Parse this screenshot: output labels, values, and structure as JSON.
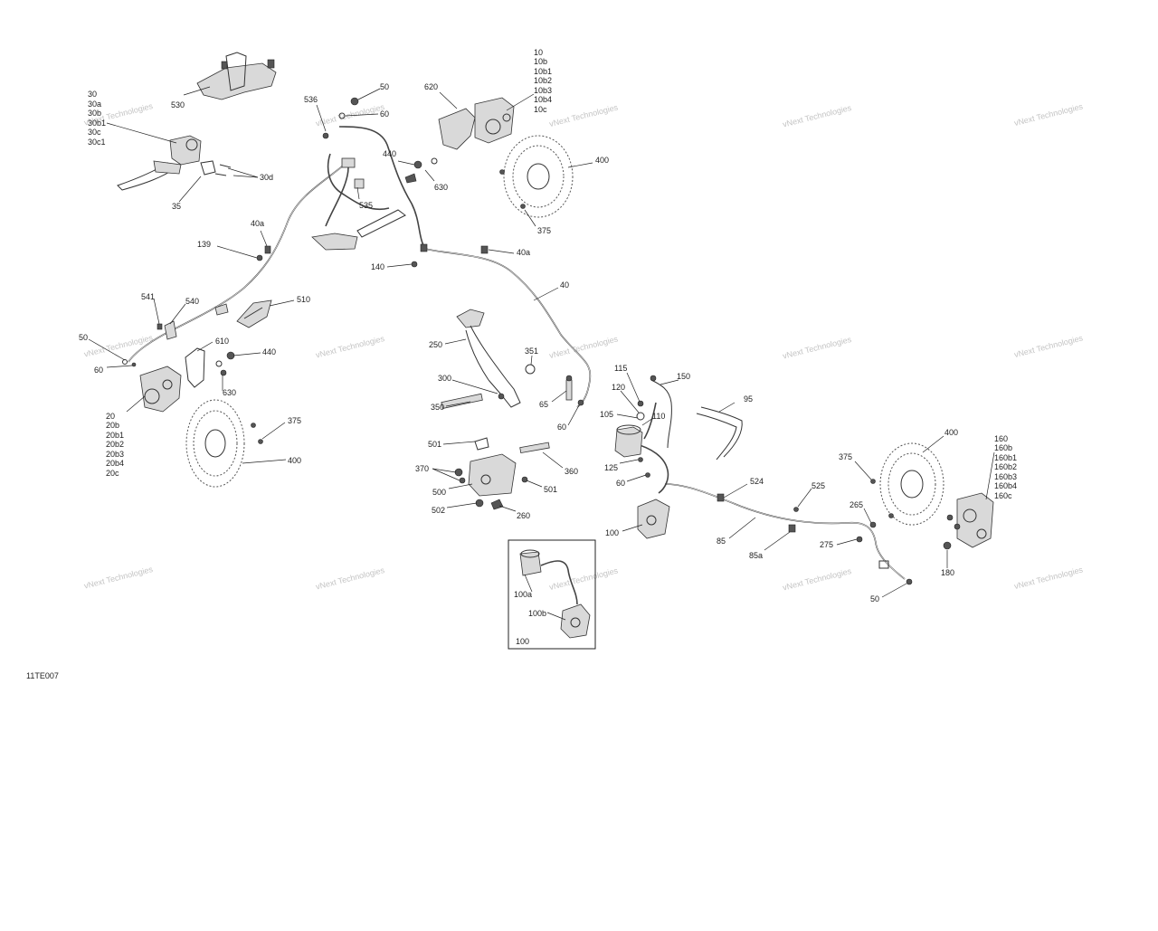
{
  "figure_code": "11TE007",
  "watermark_text": "vNext Technologies",
  "labels": {
    "530": "530",
    "c30": "30",
    "c30a": "30a",
    "c30b": "30b",
    "c30b1": "30b1",
    "c30c": "30c",
    "c30c1": "30c1",
    "c30d": "30d",
    "c35": "35",
    "c536": "536",
    "c50a": "50",
    "c60a": "60",
    "c535": "535",
    "c620": "620",
    "c440a": "440",
    "c630a": "630",
    "c10": "10",
    "c10b": "10b",
    "c10b1": "10b1",
    "c10b2": "10b2",
    "c10b3": "10b3",
    "c10b4": "10b4",
    "c10c": "10c",
    "c400a": "400",
    "c375a": "375",
    "c40a1": "40a",
    "c139": "139",
    "c140": "140",
    "c40a2": "40a",
    "c40": "40",
    "c541": "541",
    "c540": "540",
    "c510": "510",
    "c50b": "50",
    "c60b": "60",
    "c610": "610",
    "c440b": "440",
    "c630b": "630",
    "c20": "20",
    "c20b": "20b",
    "c20b1": "20b1",
    "c20b2": "20b2",
    "c20b3": "20b3",
    "c20b4": "20b4",
    "c20c": "20c",
    "c375b": "375",
    "c400b": "400",
    "c250": "250",
    "c351": "351",
    "c300": "300",
    "c350": "350",
    "c65": "65",
    "c60c": "60",
    "c115": "115",
    "c150": "150",
    "c120": "120",
    "c105": "105",
    "c110": "110",
    "c95": "95",
    "c501a": "501",
    "c370": "370",
    "c500": "500",
    "c502": "502",
    "c260": "260",
    "c360": "360",
    "c501b": "501",
    "c125": "125",
    "c60d": "60",
    "c100": "100",
    "c524": "524",
    "c525": "525",
    "c85": "85",
    "c85a": "85a",
    "c400c": "400",
    "c375c": "375",
    "c265": "265",
    "c275": "275",
    "c50c": "50",
    "c160": "160",
    "c160b": "160b",
    "c160b1": "160b1",
    "c160b2": "160b2",
    "c160b3": "160b3",
    "c160b4": "160b4",
    "c160c": "160c",
    "c180": "180",
    "c100a": "100a",
    "c100b": "100b",
    "c100box": "100"
  },
  "colors": {
    "line": "#333333",
    "watermark": "#c4c4c4",
    "background": "#ffffff"
  }
}
